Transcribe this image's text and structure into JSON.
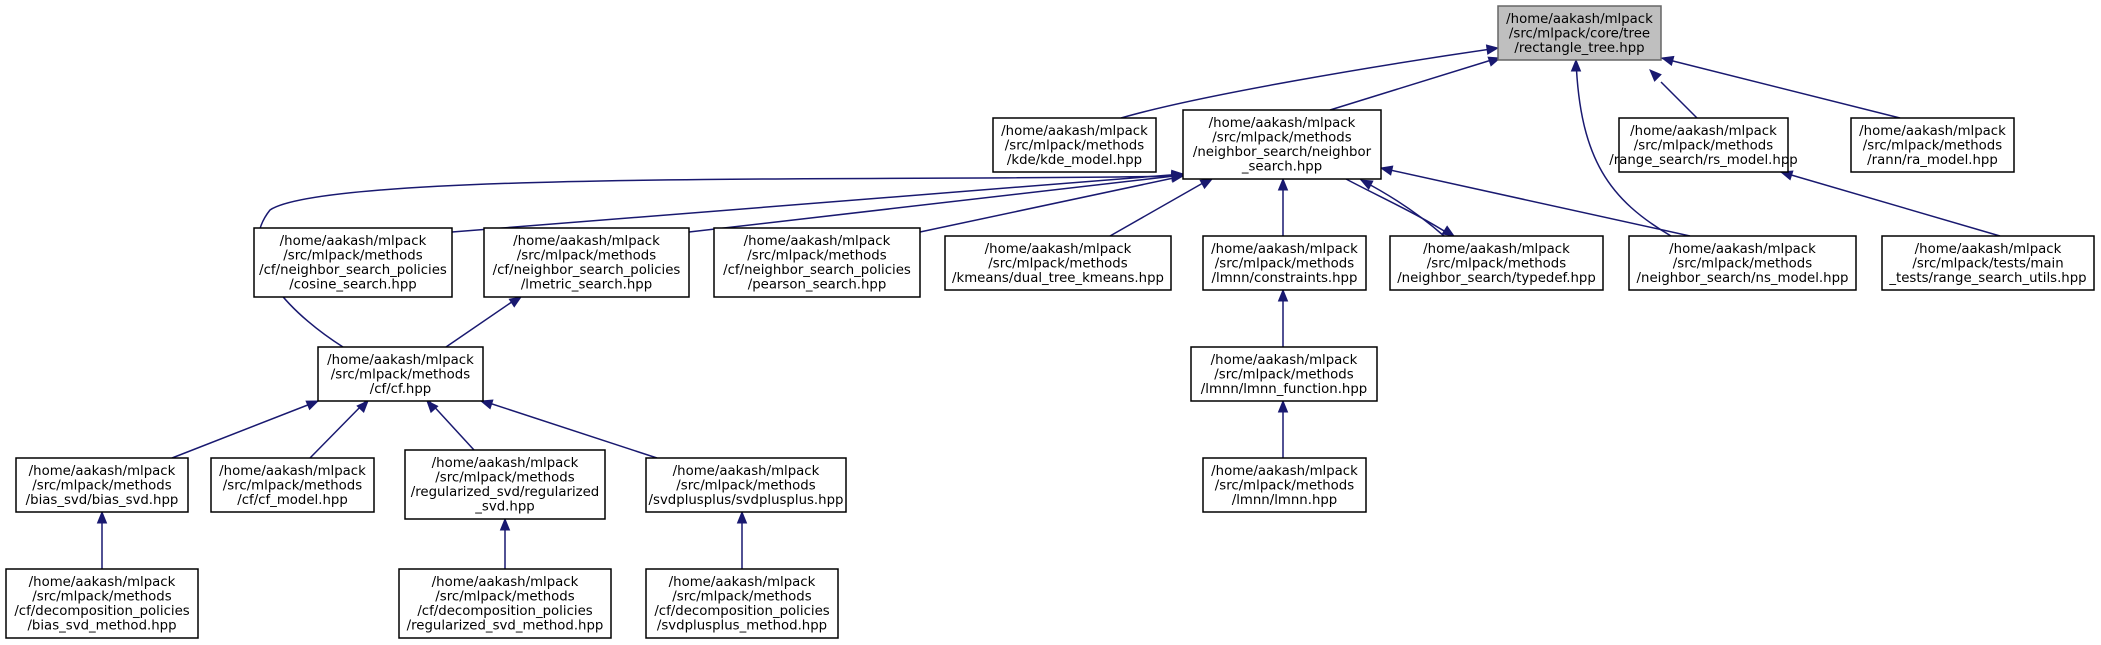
{
  "colors": {
    "edge": "#191970",
    "root_fill": "#bfbfbf",
    "root_stroke": "#666666",
    "node_stroke": "#000000"
  },
  "nodes": {
    "root": {
      "lines": [
        "/home/aakash/mlpack",
        "/src/mlpack/core/tree",
        "/rectangle_tree.hpp"
      ]
    },
    "kde_model": {
      "lines": [
        "/home/aakash/mlpack",
        "/src/mlpack/methods",
        "/kde/kde_model.hpp"
      ]
    },
    "neighbor_search": {
      "lines": [
        "/home/aakash/mlpack",
        "/src/mlpack/methods",
        "/neighbor_search/neighbor",
        "_search.hpp"
      ]
    },
    "rs_model": {
      "lines": [
        "/home/aakash/mlpack",
        "/src/mlpack/methods",
        "/range_search/rs_model.hpp"
      ]
    },
    "ra_model": {
      "lines": [
        "/home/aakash/mlpack",
        "/src/mlpack/methods",
        "/rann/ra_model.hpp"
      ]
    },
    "cosine_search": {
      "lines": [
        "/home/aakash/mlpack",
        "/src/mlpack/methods",
        "/cf/neighbor_search_policies",
        "/cosine_search.hpp"
      ]
    },
    "lmetric_search": {
      "lines": [
        "/home/aakash/mlpack",
        "/src/mlpack/methods",
        "/cf/neighbor_search_policies",
        "/lmetric_search.hpp"
      ]
    },
    "pearson_search": {
      "lines": [
        "/home/aakash/mlpack",
        "/src/mlpack/methods",
        "/cf/neighbor_search_policies",
        "/pearson_search.hpp"
      ]
    },
    "dual_tree_kmeans": {
      "lines": [
        "/home/aakash/mlpack",
        "/src/mlpack/methods",
        "/kmeans/dual_tree_kmeans.hpp"
      ]
    },
    "constraints": {
      "lines": [
        "/home/aakash/mlpack",
        "/src/mlpack/methods",
        "/lmnn/constraints.hpp"
      ]
    },
    "typedef": {
      "lines": [
        "/home/aakash/mlpack",
        "/src/mlpack/methods",
        "/neighbor_search/typedef.hpp"
      ]
    },
    "ns_model": {
      "lines": [
        "/home/aakash/mlpack",
        "/src/mlpack/methods",
        "/neighbor_search/ns_model.hpp"
      ]
    },
    "range_search_utils": {
      "lines": [
        "/home/aakash/mlpack",
        "/src/mlpack/tests/main",
        "_tests/range_search_utils.hpp"
      ]
    },
    "cf": {
      "lines": [
        "/home/aakash/mlpack",
        "/src/mlpack/methods",
        "/cf/cf.hpp"
      ]
    },
    "lmnn_function": {
      "lines": [
        "/home/aakash/mlpack",
        "/src/mlpack/methods",
        "/lmnn/lmnn_function.hpp"
      ]
    },
    "bias_svd": {
      "lines": [
        "/home/aakash/mlpack",
        "/src/mlpack/methods",
        "/bias_svd/bias_svd.hpp"
      ]
    },
    "cf_model": {
      "lines": [
        "/home/aakash/mlpack",
        "/src/mlpack/methods",
        "/cf/cf_model.hpp"
      ]
    },
    "regularized_svd": {
      "lines": [
        "/home/aakash/mlpack",
        "/src/mlpack/methods",
        "/regularized_svd/regularized",
        "_svd.hpp"
      ]
    },
    "svdplusplus": {
      "lines": [
        "/home/aakash/mlpack",
        "/src/mlpack/methods",
        "/svdplusplus/svdplusplus.hpp"
      ]
    },
    "lmnn": {
      "lines": [
        "/home/aakash/mlpack",
        "/src/mlpack/methods",
        "/lmnn/lmnn.hpp"
      ]
    },
    "bias_svd_method": {
      "lines": [
        "/home/aakash/mlpack",
        "/src/mlpack/methods",
        "/cf/decomposition_policies",
        "/bias_svd_method.hpp"
      ]
    },
    "regularized_svd_method": {
      "lines": [
        "/home/aakash/mlpack",
        "/src/mlpack/methods",
        "/cf/decomposition_policies",
        "/regularized_svd_method.hpp"
      ]
    },
    "svdplusplus_method": {
      "lines": [
        "/home/aakash/mlpack",
        "/src/mlpack/methods",
        "/cf/decomposition_policies",
        "/svdplusplus_method.hpp"
      ]
    }
  },
  "edges": [
    {
      "from": "kde_model",
      "to": "root"
    },
    {
      "from": "neighbor_search",
      "to": "root"
    },
    {
      "from": "ns_model",
      "to": "root"
    },
    {
      "from": "rs_model",
      "to": "root"
    },
    {
      "from": "ra_model",
      "to": "root"
    },
    {
      "from": "cf",
      "to": "neighbor_search"
    },
    {
      "from": "cosine_search",
      "to": "neighbor_search"
    },
    {
      "from": "lmetric_search",
      "to": "neighbor_search"
    },
    {
      "from": "pearson_search",
      "to": "neighbor_search"
    },
    {
      "from": "dual_tree_kmeans",
      "to": "neighbor_search"
    },
    {
      "from": "constraints",
      "to": "neighbor_search"
    },
    {
      "from": "typedef",
      "to": "neighbor_search"
    },
    {
      "from": "neighbor_search",
      "to": "typedef"
    },
    {
      "from": "ns_model",
      "to": "neighbor_search"
    },
    {
      "from": "range_search_utils",
      "to": "rs_model"
    },
    {
      "from": "cf",
      "to": "lmetric_search"
    },
    {
      "from": "lmnn_function",
      "to": "constraints"
    },
    {
      "from": "lmnn",
      "to": "lmnn_function"
    },
    {
      "from": "bias_svd",
      "to": "cf"
    },
    {
      "from": "cf_model",
      "to": "cf"
    },
    {
      "from": "regularized_svd",
      "to": "cf"
    },
    {
      "from": "svdplusplus",
      "to": "cf"
    },
    {
      "from": "bias_svd_method",
      "to": "bias_svd"
    },
    {
      "from": "regularized_svd_method",
      "to": "regularized_svd"
    },
    {
      "from": "svdplusplus_method",
      "to": "svdplusplus"
    }
  ]
}
